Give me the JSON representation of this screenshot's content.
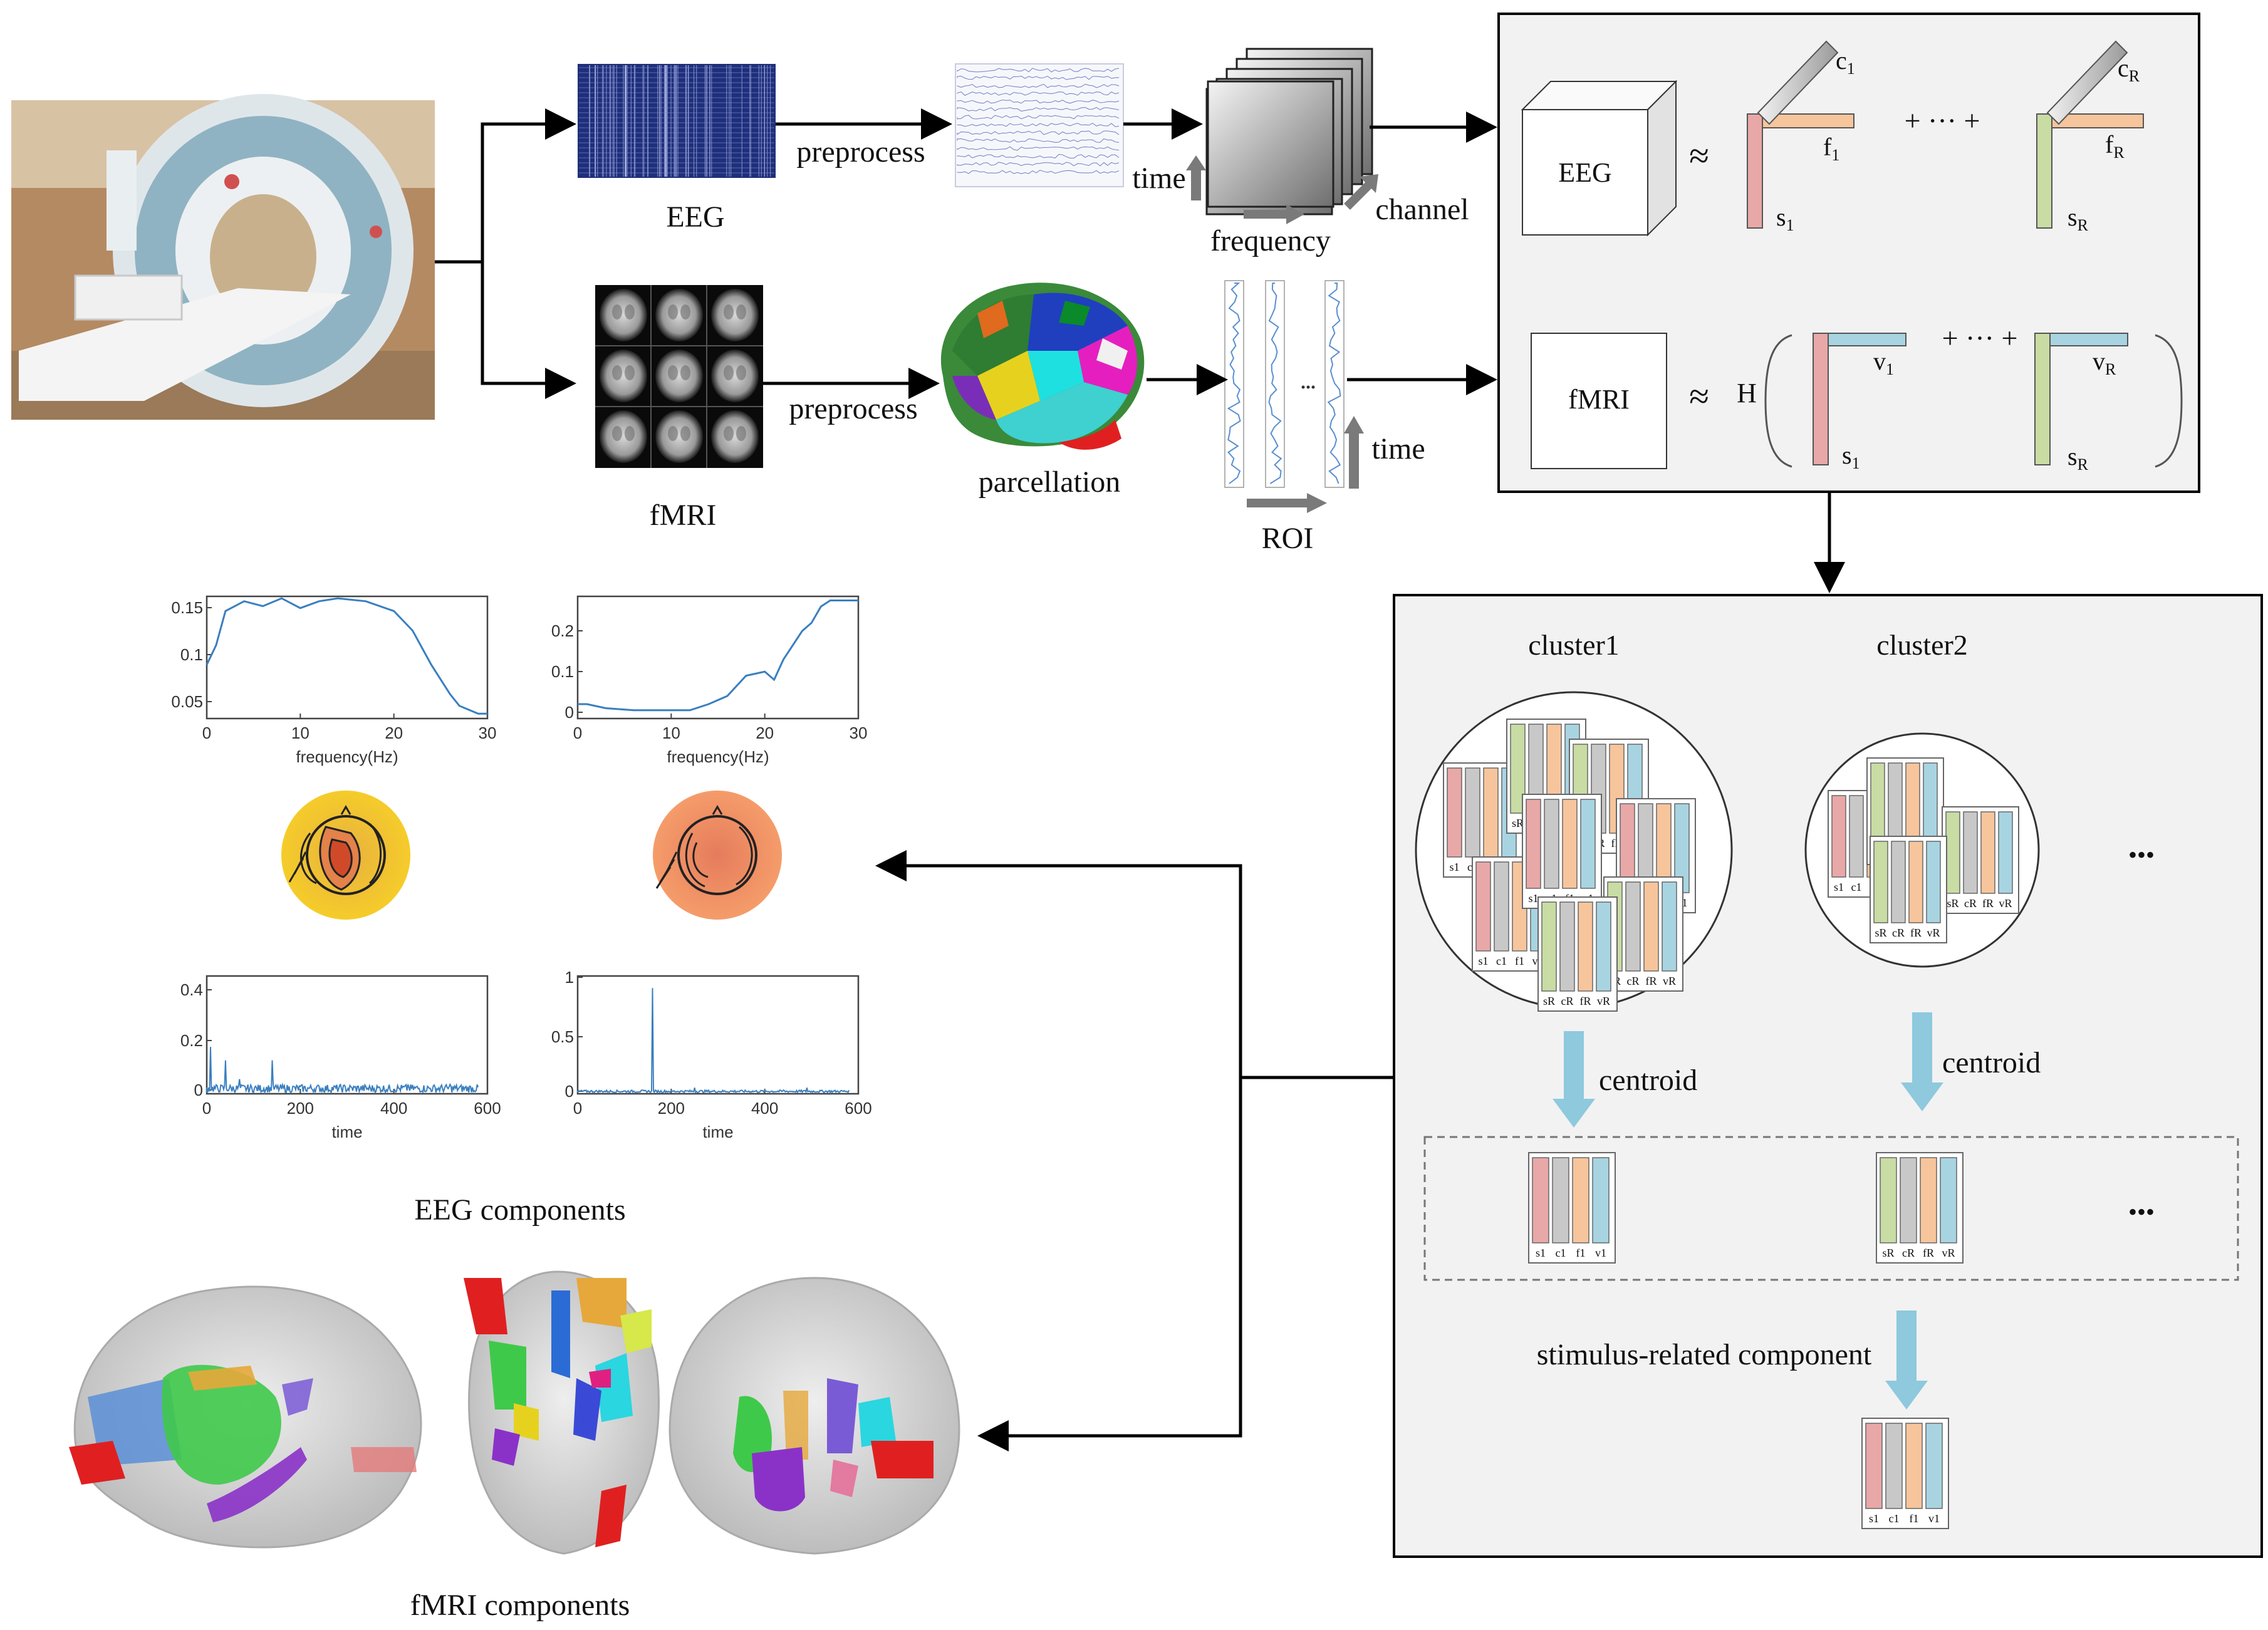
{
  "labels": {
    "eeg": "EEG",
    "fmri": "fMRI",
    "preprocess_eeg": "preprocess",
    "preprocess_fmri": "preprocess",
    "time_eeg": "time",
    "frequency": "frequency",
    "channel": "channel",
    "parcellation": "parcellation",
    "roi": "ROI",
    "time_fmri": "time",
    "cluster1": "cluster1",
    "cluster2": "cluster2",
    "centroid1": "centroid",
    "centroid2": "centroid",
    "stimulus": "stimulus-related component",
    "eeg_components": "EEG components",
    "fmri_components": "fMRI components",
    "ellipsis1": "•••",
    "ellipsis2": "•••"
  },
  "decomposition": {
    "eeg_box": "EEG",
    "fmri_box": "fMRI",
    "approx": "≈",
    "plus_dots": "+ ··· +",
    "h": "H",
    "c1": "c",
    "c1_sub": "1",
    "cR": "c",
    "cR_sub": "R",
    "f1": "f",
    "f1_sub": "1",
    "fR": "f",
    "fR_sub": "R",
    "s": "s",
    "s1_sub": "1",
    "sR_sub": "R",
    "v1": "v",
    "v1_sub": "1",
    "vR": "v",
    "vR_sub": "R"
  },
  "component_labels": {
    "set1": [
      "s1",
      "c1",
      "f1",
      "v1"
    ],
    "setR": [
      "sR",
      "cR",
      "fR",
      "vR"
    ]
  },
  "plots": {
    "freq_xticks": [
      "0",
      "10",
      "20",
      "30"
    ],
    "freq_xlabel": "frequency(Hz)",
    "freq1_yticks": [
      "0.15",
      "0.1",
      "0.05"
    ],
    "freq2_yticks": [
      "0.2",
      "0.1",
      "0"
    ],
    "time_xticks": [
      "0",
      "200",
      "400",
      "600"
    ],
    "time_xlabel": "time",
    "time1_yticks": [
      "0.4",
      "0.2",
      "0"
    ],
    "time2_yticks": [
      "1",
      "0.5",
      "0"
    ]
  },
  "colors": {
    "s": "#e8a8a8",
    "c": "#c8c8c8",
    "f": "#f7c59c",
    "v": "#a8d4e2",
    "sR": "#c8dca4",
    "arrow": "#8ec9de",
    "panel": "#f2f2f2",
    "plot_line": "#3a7fc0"
  }
}
